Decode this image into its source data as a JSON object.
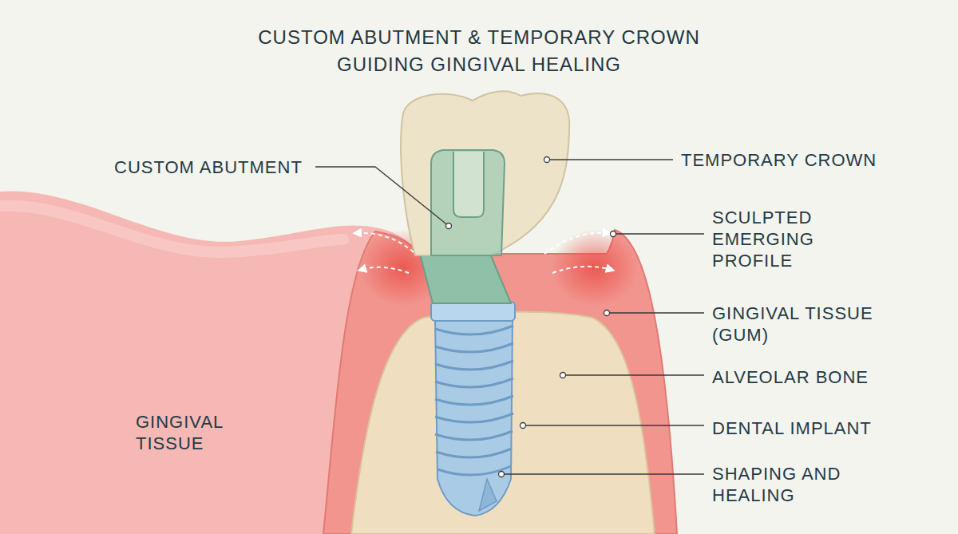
{
  "diagram": {
    "title": "CUSTOM ABUTMENT & TEMPORARY CROWN GUIDING GINGIVAL HEALING",
    "labels": [
      "CUSTOM ABUTMENT",
      "TEMPORARY CROWN",
      "SCULPTED EMERGING PROFILE",
      "GINGIVAL TISSUE (GUM)",
      "ALVEOLAR BONE",
      "GINGIVAL TISSUE",
      "DENTAL IMPLANT",
      "SHAPING AND HEALING"
    ]
  }
}
